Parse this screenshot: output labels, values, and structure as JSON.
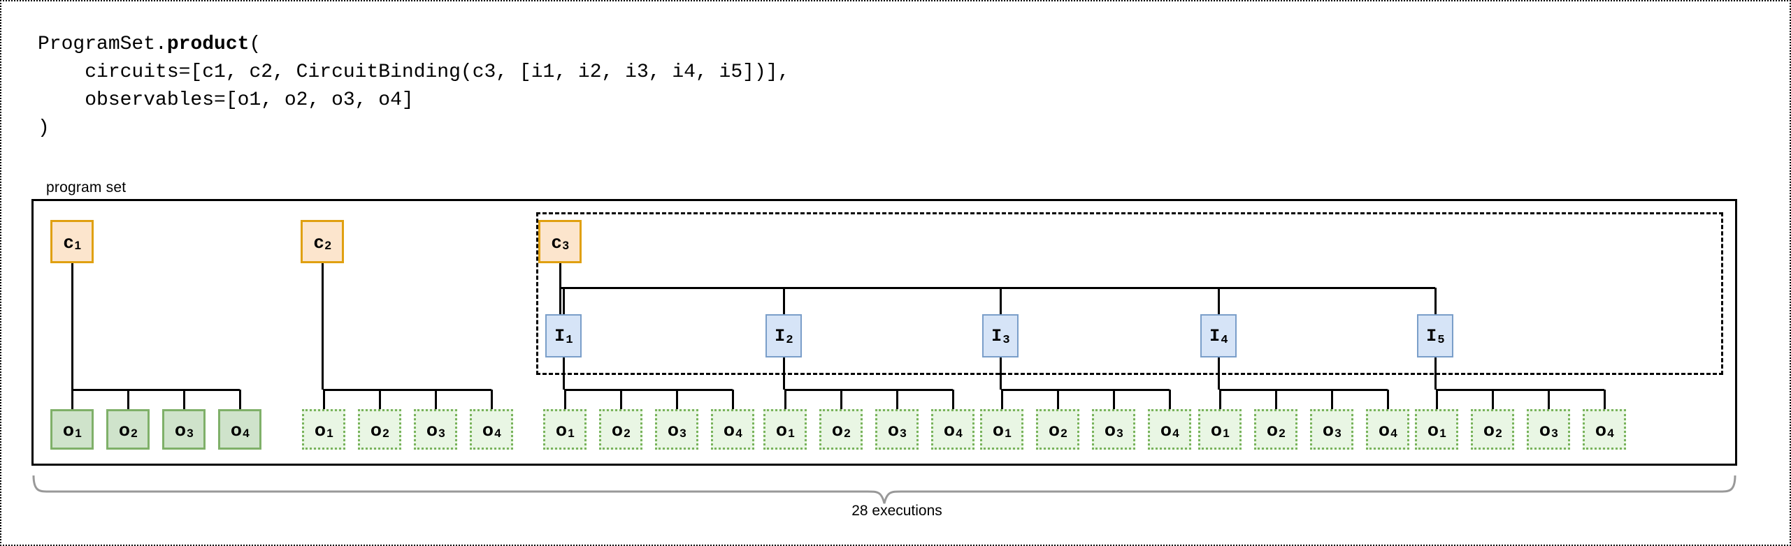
{
  "code": {
    "line1_pre": "ProgramSet.",
    "line1_bold": "product",
    "line1_post": "(",
    "line2": "    circuits=[c1, c2, CircuitBinding(c3, [i1, i2, i3, i4, i5])],",
    "line3": "    observables=[o1, o2, o3, o4]",
    "line4": ")"
  },
  "diagram": {
    "programset_label": "program set",
    "executions_caption": "28 executions",
    "colors": {
      "circuit_fill": "#fce5cd",
      "circuit_border": "#e0a010",
      "binding_fill": "#d6e4f7",
      "binding_border": "#7a9ec9",
      "observable_fill": "#cfe3cb",
      "observable_border": "#7fb069",
      "observable_ghost_fill": "#e9f6e4",
      "observable_ghost_border": "#79b35c",
      "connector": "#000000",
      "brace": "#999999"
    },
    "observable_labels": [
      "o",
      "o",
      "o",
      "o"
    ],
    "observable_subs": [
      "1",
      "2",
      "3",
      "4"
    ],
    "groups": [
      {
        "circuit": {
          "label": "c",
          "sub": "1"
        },
        "binding": null,
        "observable_style": "solid",
        "observables": [
          {
            "label": "o",
            "sub": "1"
          },
          {
            "label": "o",
            "sub": "2"
          },
          {
            "label": "o",
            "sub": "3"
          },
          {
            "label": "o",
            "sub": "4"
          }
        ]
      },
      {
        "circuit": {
          "label": "c",
          "sub": "2"
        },
        "binding": null,
        "observable_style": "ghost",
        "observables": [
          {
            "label": "o",
            "sub": "1"
          },
          {
            "label": "o",
            "sub": "2"
          },
          {
            "label": "o",
            "sub": "3"
          },
          {
            "label": "o",
            "sub": "4"
          }
        ]
      },
      {
        "circuit": {
          "label": "c",
          "sub": "3"
        },
        "binding": {
          "label": "I",
          "sub": "1"
        },
        "observable_style": "ghost",
        "observables": [
          {
            "label": "o",
            "sub": "1"
          },
          {
            "label": "o",
            "sub": "2"
          },
          {
            "label": "o",
            "sub": "3"
          },
          {
            "label": "o",
            "sub": "4"
          }
        ]
      },
      {
        "circuit": null,
        "binding": {
          "label": "I",
          "sub": "2"
        },
        "observable_style": "ghost",
        "observables": [
          {
            "label": "o",
            "sub": "1"
          },
          {
            "label": "o",
            "sub": "2"
          },
          {
            "label": "o",
            "sub": "3"
          },
          {
            "label": "o",
            "sub": "4"
          }
        ]
      },
      {
        "circuit": null,
        "binding": {
          "label": "I",
          "sub": "3"
        },
        "observable_style": "ghost",
        "observables": [
          {
            "label": "o",
            "sub": "1"
          },
          {
            "label": "o",
            "sub": "2"
          },
          {
            "label": "o",
            "sub": "3"
          },
          {
            "label": "o",
            "sub": "4"
          }
        ]
      },
      {
        "circuit": null,
        "binding": {
          "label": "I",
          "sub": "4"
        },
        "observable_style": "ghost",
        "observables": [
          {
            "label": "o",
            "sub": "1"
          },
          {
            "label": "o",
            "sub": "2"
          },
          {
            "label": "o",
            "sub": "3"
          },
          {
            "label": "o",
            "sub": "4"
          }
        ]
      },
      {
        "circuit": null,
        "binding": {
          "label": "I",
          "sub": "5"
        },
        "observable_style": "ghost",
        "observables": [
          {
            "label": "o",
            "sub": "1"
          },
          {
            "label": "o",
            "sub": "2"
          },
          {
            "label": "o",
            "sub": "3"
          },
          {
            "label": "o",
            "sub": "4"
          }
        ]
      }
    ]
  }
}
